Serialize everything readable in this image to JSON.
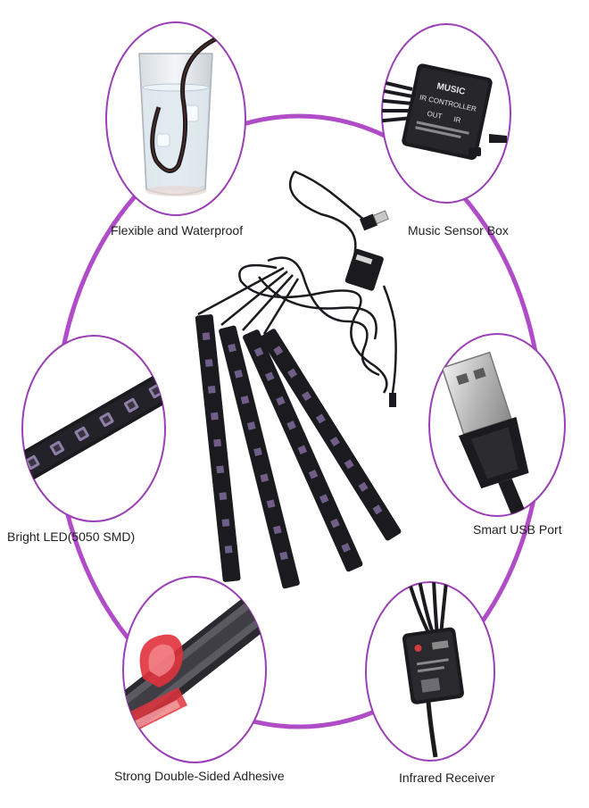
{
  "features": [
    {
      "id": "waterproof",
      "label": "Flexible and Waterproof"
    },
    {
      "id": "music-box",
      "label": "Music Sensor Box"
    },
    {
      "id": "led",
      "label": "Bright LED(5050 SMD)"
    },
    {
      "id": "usb",
      "label": "Smart USB Port"
    },
    {
      "id": "adhesive",
      "label": "Strong Double-Sided Adhesive"
    },
    {
      "id": "ir",
      "label": "Infrared Receiver"
    }
  ],
  "box_text": {
    "music": "MUSIC",
    "ir_controller": "IR CONTROLLER",
    "out": "OUT",
    "ir": "IR"
  },
  "colors": {
    "ring": "#b04cc8",
    "circle_outline": "#9a3fb5",
    "product_black": "#1b1b1f",
    "led_chip": "#8e7fa8",
    "adhesive_red": "#e0323c"
  }
}
